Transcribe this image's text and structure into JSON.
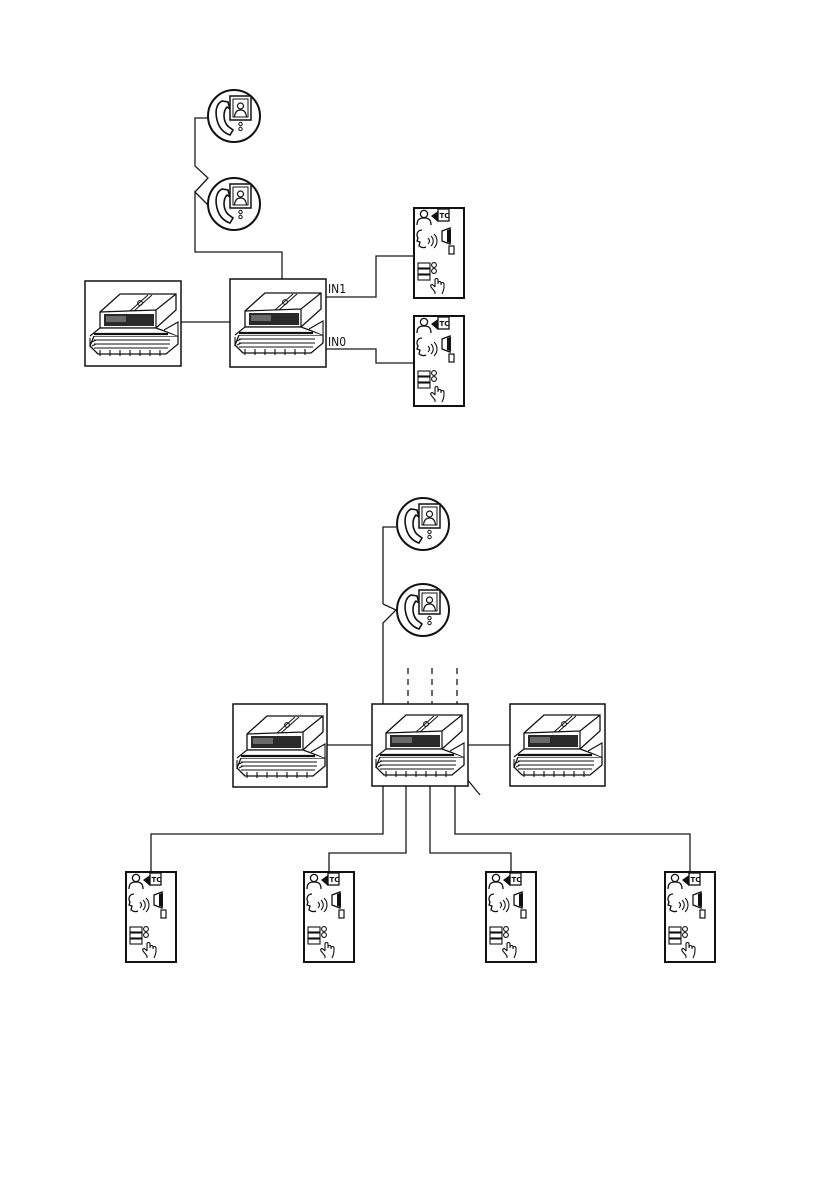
{
  "diagram": {
    "top": {
      "input_labels": [
        "IN1",
        "IN0"
      ]
    },
    "bottom": {}
  },
  "icons": {
    "module": "din-rail-controller-icon",
    "monitor": "video-monitor-icon",
    "panel": "entrance-panel-icon"
  },
  "panel_badge": "TC"
}
